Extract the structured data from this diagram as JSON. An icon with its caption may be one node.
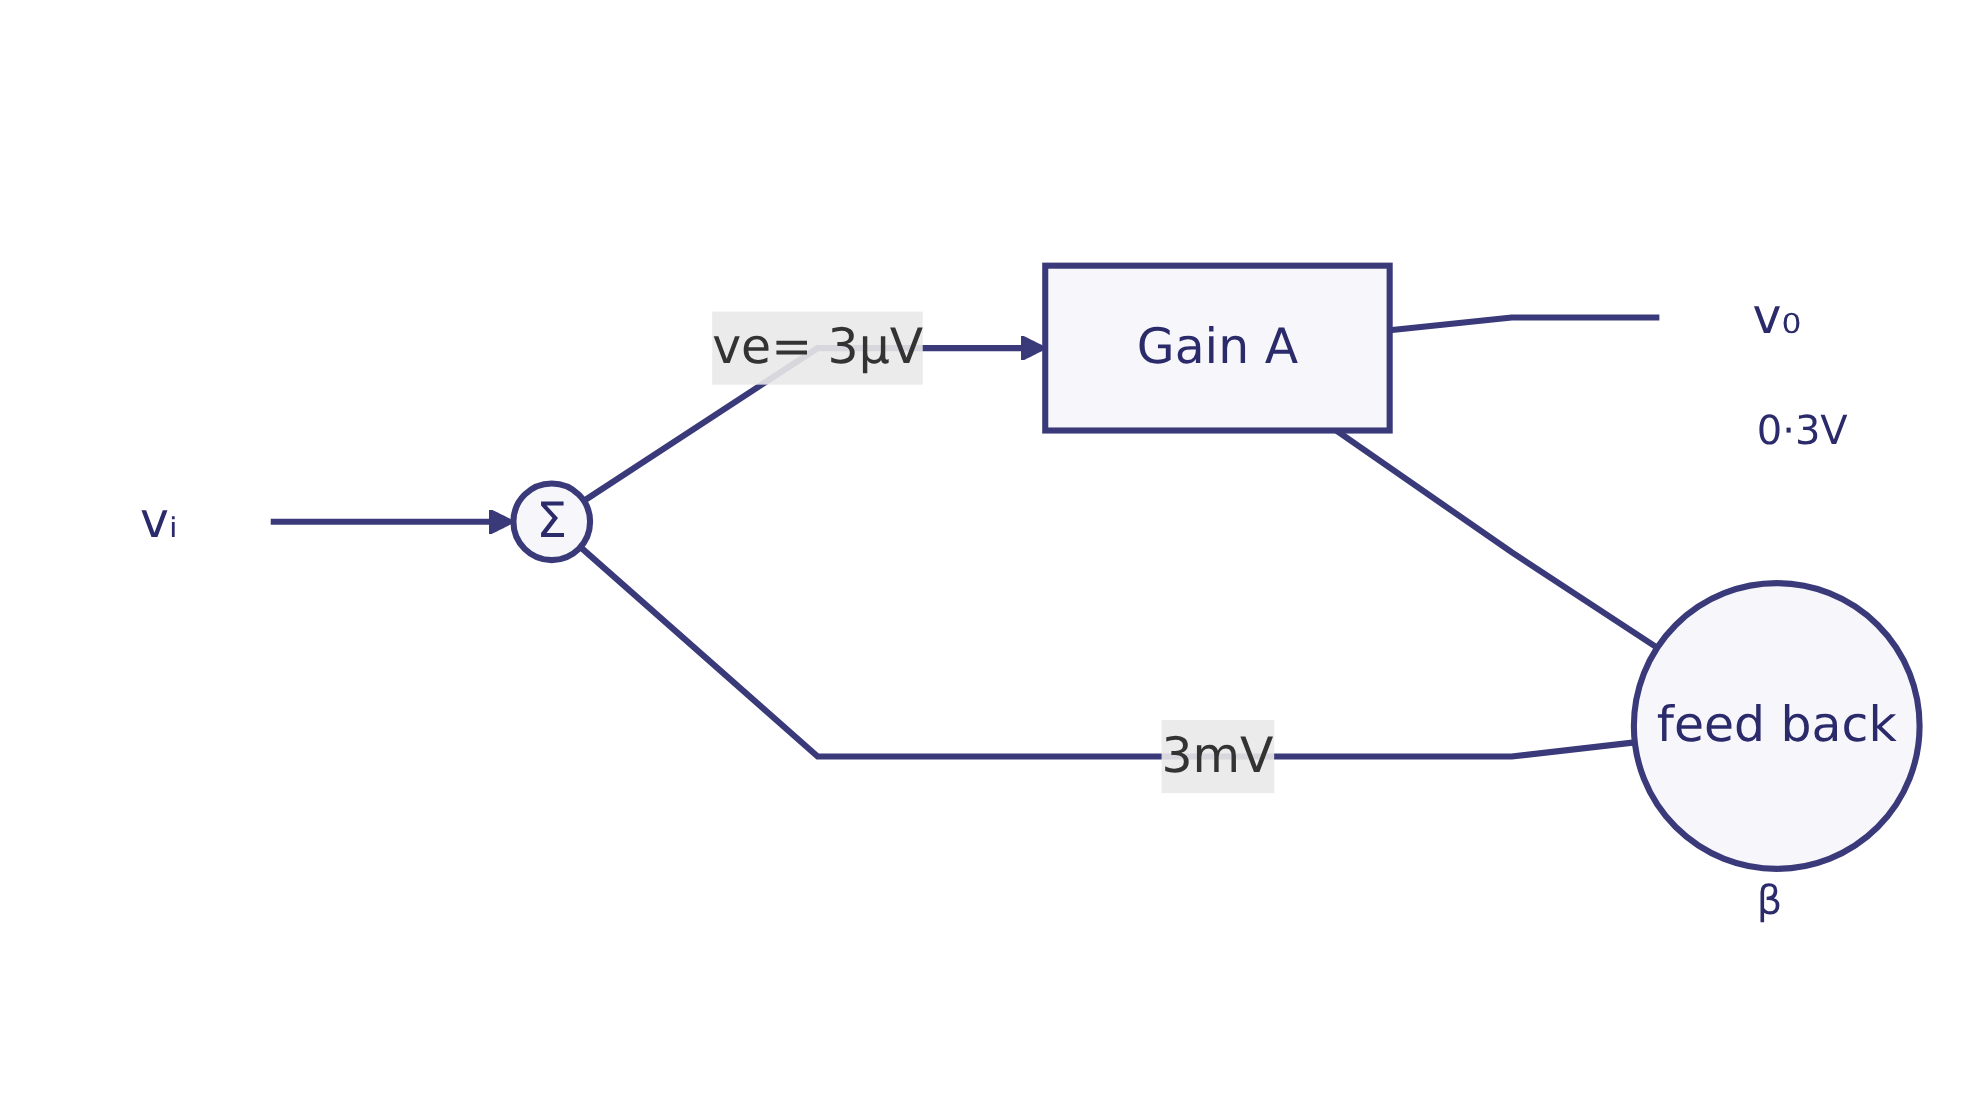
{
  "diagram": {
    "nodes": [
      {
        "text": [
          "vᵢ"
        ]
      },
      {
        "text": [
          "Σ"
        ]
      },
      {
        "text": [
          "Gain A"
        ]
      },
      {
        "text": [
          "v₀"
        ],
        "beside": [
          "0·3V"
        ]
      },
      {
        "text": [
          "feed back"
        ],
        "beside": [
          "β"
        ]
      }
    ],
    "edges": [
      {
        "from": 0,
        "to": 1,
        "arrow": "to"
      },
      {
        "from": 1,
        "to": 2,
        "arrow": "to",
        "label": "ve= 3µV"
      },
      {
        "from": 2,
        "to": 3,
        "arrow": "none"
      },
      {
        "from": 2,
        "to": 4,
        "arrow": "none"
      },
      {
        "from": 4,
        "to": 1,
        "arrow": "none",
        "label": "3mV"
      }
    ]
  }
}
